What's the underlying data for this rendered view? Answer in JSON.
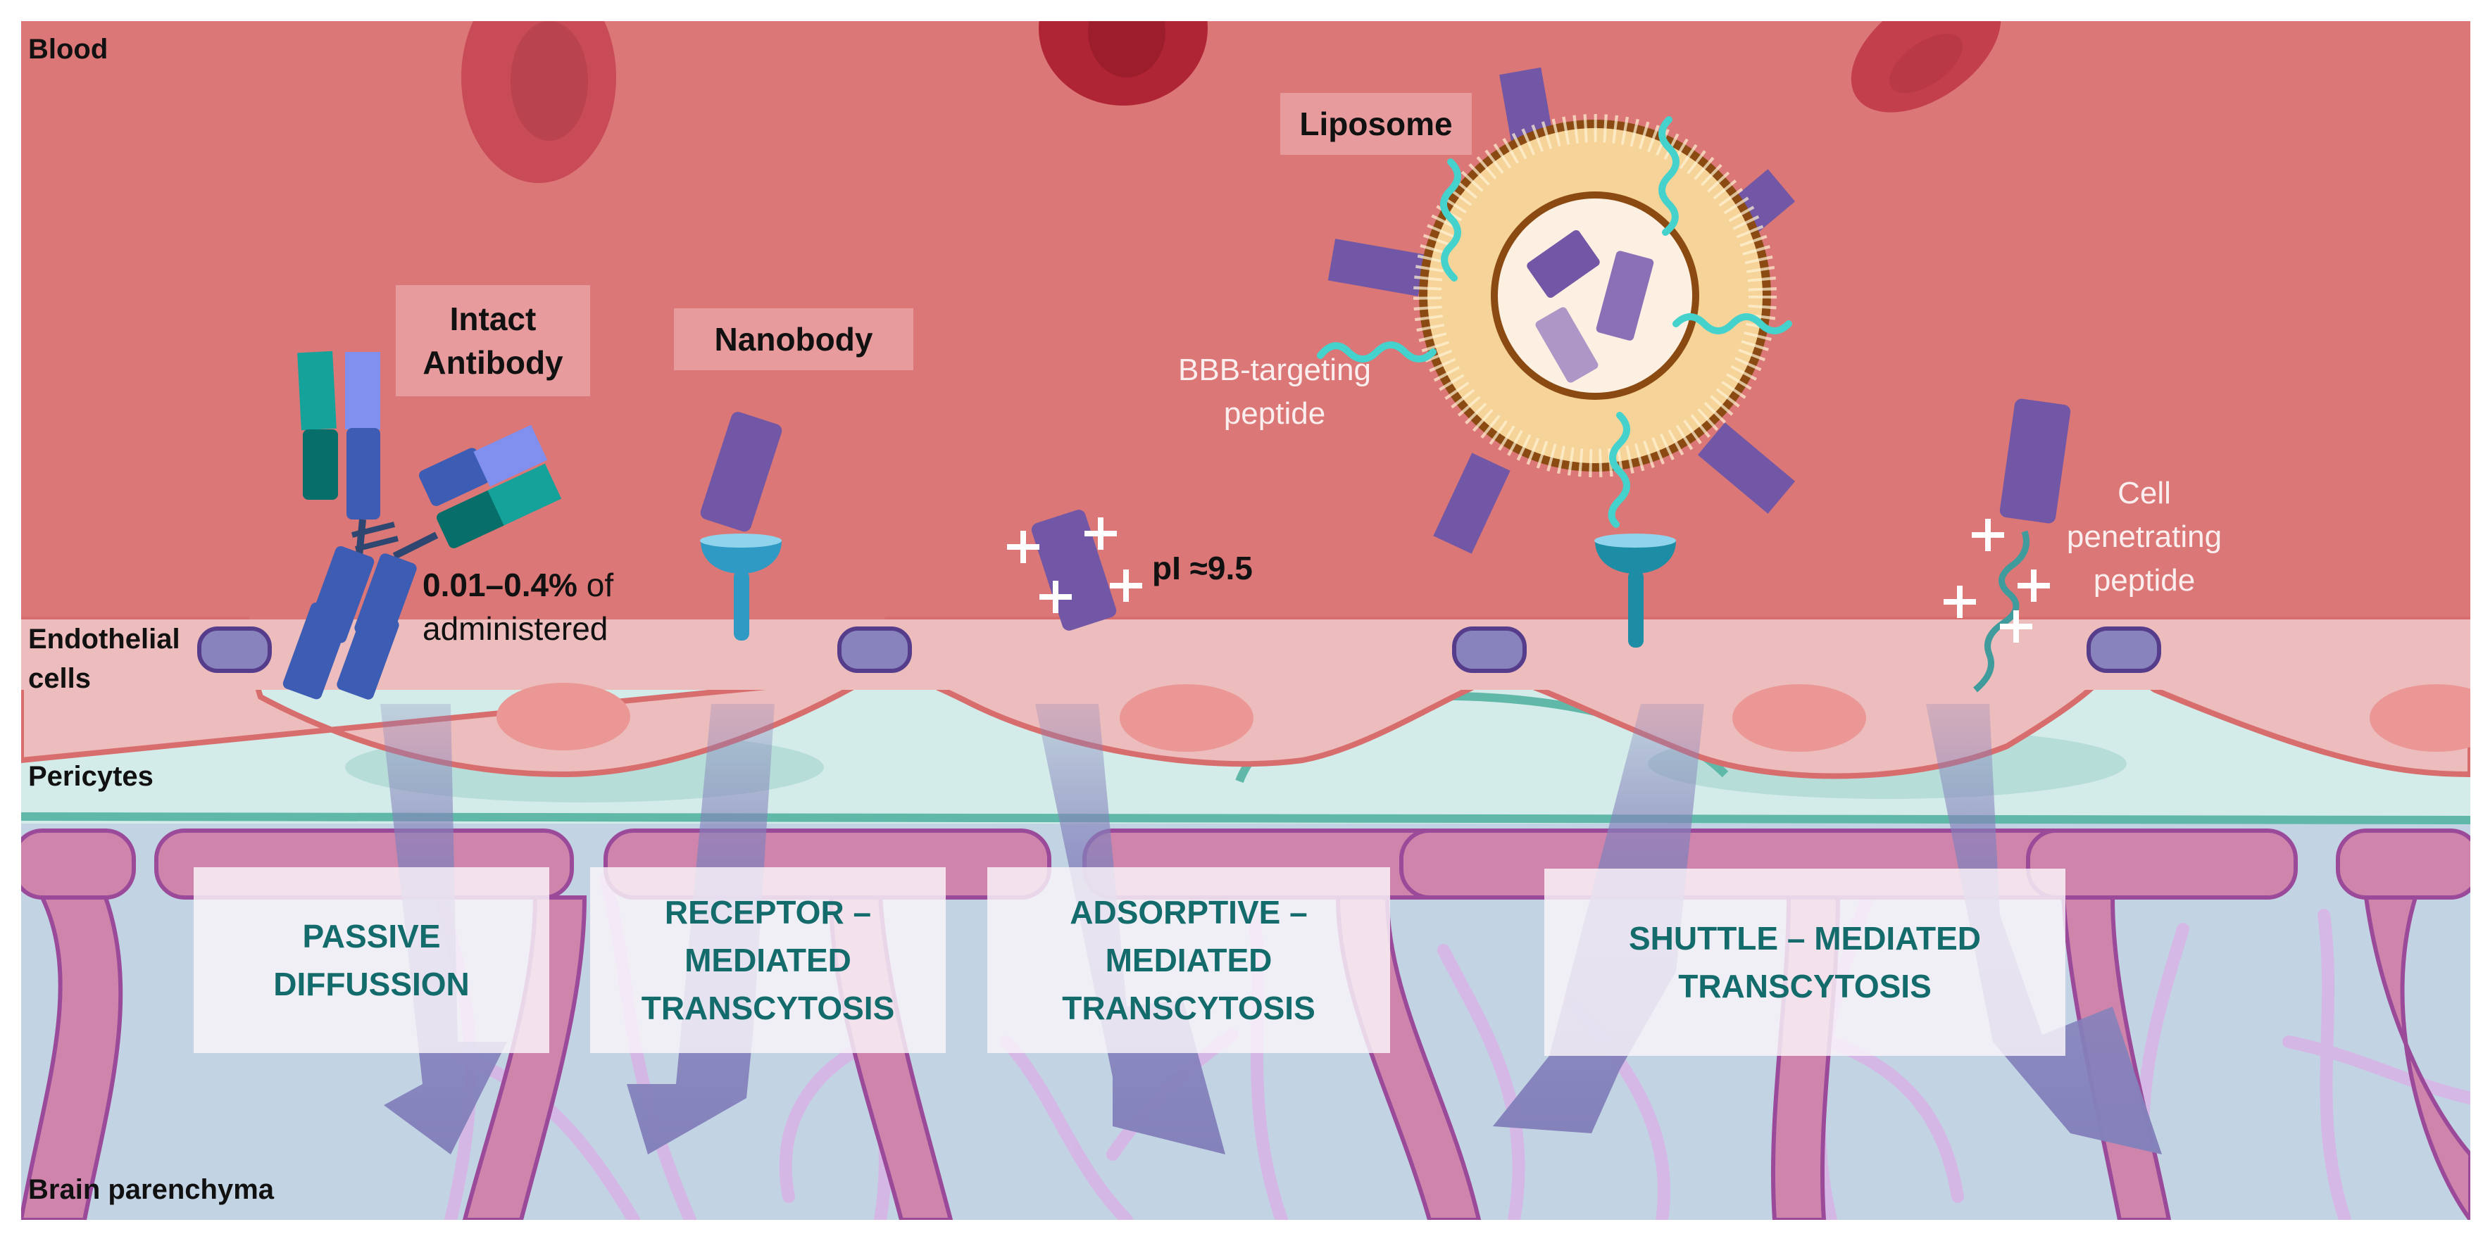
{
  "regions": {
    "blood": "Blood",
    "endothelial": "Endothelial cells",
    "endothelial_line1": "Endothelial",
    "endothelial_line2": "cells",
    "pericytes": "Pericytes",
    "brain": "Brain parenchyma"
  },
  "molecules": {
    "antibody_label_line1": "Intact",
    "antibody_label_line2": "Antibody",
    "nanobody_label": "Nanobody",
    "liposome_label": "Liposome",
    "bbb_peptide_line1": "BBB-targeting",
    "bbb_peptide_line2": "peptide",
    "cpp_line1": "Cell",
    "cpp_line2": "penetrating",
    "cpp_line3": "peptide",
    "charge_symbol": "+"
  },
  "annotations": {
    "antibody_fraction_bold": "0.01–0.4%",
    "antibody_fraction_rest": " of",
    "antibody_fraction_line2": "administered",
    "pI_label": "pI ≈9.5"
  },
  "mechanisms": [
    {
      "label": "PASSIVE\nDIFFUSSION"
    },
    {
      "label": "RECEPTOR –\nMEDIATED\nTRANSCYTOSIS"
    },
    {
      "label": "ADSORPTIVE –\nMEDIATED\nTRANSCYTOSIS"
    },
    {
      "label": "SHUTTLE – MEDIATED\nTRANSCYTOSIS"
    }
  ],
  "colors": {
    "blood": "#db7777",
    "endothelium": "#edbdbd",
    "pericyte": "#d4ece9",
    "parenchyma": "#c2d3e4",
    "vessel": "#cf85ab",
    "astro": "#d7b6e6",
    "nanobody": "#7157a5",
    "arrow": "#8481bb",
    "mechanism_text": "#136b6b"
  }
}
